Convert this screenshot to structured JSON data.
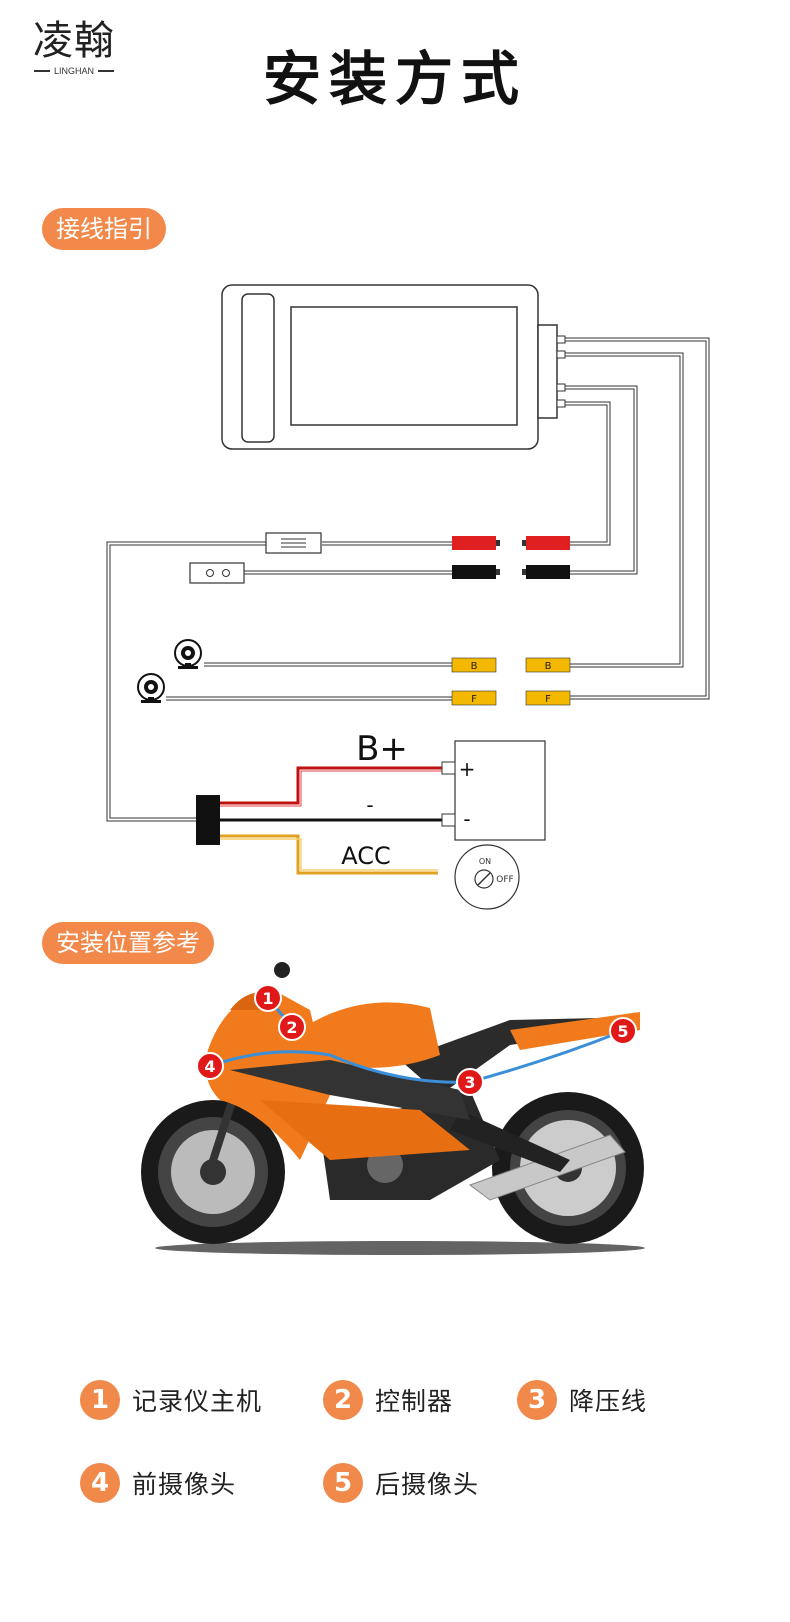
{
  "brand": {
    "name_cn": "凌翰",
    "name_en": "LINGHAN"
  },
  "page_title": "安装方式",
  "sections": {
    "wiring": "接线指引",
    "position": "安装位置参考"
  },
  "diagram": {
    "cam_back_tag": "B",
    "cam_front_tag": "F",
    "battery_plus_label": "B+",
    "battery_minus_label": "-",
    "acc_label": "ACC",
    "terminal_plus": "+",
    "terminal_minus": "-",
    "switch_on": "ON",
    "switch_off": "OFF"
  },
  "markers": [
    "1",
    "2",
    "3",
    "4",
    "5"
  ],
  "legend": [
    {
      "num": "1",
      "label": "记录仪主机"
    },
    {
      "num": "2",
      "label": "控制器"
    },
    {
      "num": "3",
      "label": "降压线"
    },
    {
      "num": "4",
      "label": "前摄像头"
    },
    {
      "num": "5",
      "label": "后摄像头"
    }
  ],
  "colors": {
    "accent": "#f2894a",
    "wire_red": "#e02020",
    "wire_black": "#111111",
    "wire_yellow": "#f5b800",
    "bike_orange": "#f07a1c",
    "route_blue": "#3a8fd8",
    "marker_red": "#e01818"
  }
}
